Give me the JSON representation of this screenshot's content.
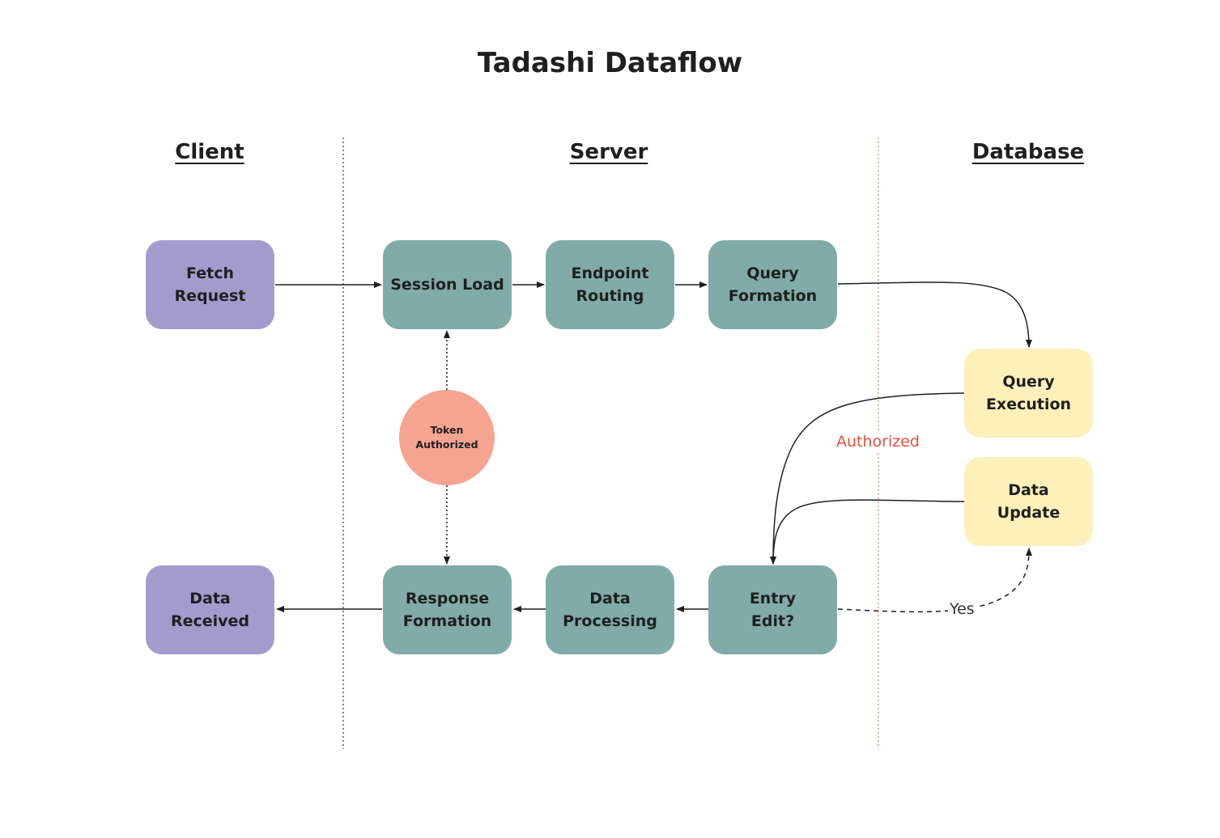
{
  "title": "Tadashi Dataflow",
  "lanes": {
    "client": "Client",
    "server": "Server",
    "database": "Database"
  },
  "nodes": {
    "fetch_request": "Fetch Request",
    "session_load": "Session Load",
    "endpoint_routing": "Endpoint\nRouting",
    "query_formation": "Query\nFormation",
    "query_execution": "Query\nExecution",
    "data_update": "Data\nUpdate",
    "entry_edit": "Entry\nEdit?",
    "data_processing": "Data\nProcessing",
    "response_formation": "Response\nFormation",
    "data_received": "Data Received",
    "token_authorized": "Token\nAuthorized"
  },
  "edge_labels": {
    "authorized": "Authorized",
    "yes": "Yes"
  },
  "colors": {
    "client": "#a49bcd",
    "server": "#80aba9",
    "database": "#fdf0bb",
    "token": "#f6a492",
    "authorized_label": "#e0513b",
    "lane_divider_db": "#e07a5f"
  }
}
